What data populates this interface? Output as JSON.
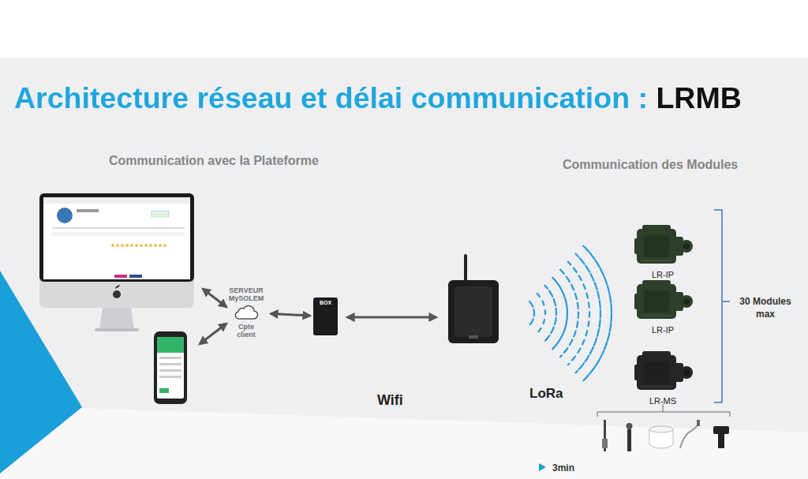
{
  "diagram": {
    "title": "Architecture réseau et délai communication : LRMB",
    "nodes": [
      {
        "text": [
          "SERVEUR MySOLEM",
          "Cpte client"
        ]
      },
      {
        "text": [
          "BOX"
        ]
      },
      {
        "text": [
          "LR-IP"
        ]
      },
      {
        "text": [
          "LR-IP"
        ]
      },
      {
        "text": [
          "LR-MS"
        ]
      }
    ],
    "edges": [
      {
        "from": 0,
        "to": 1,
        "arrow": "both"
      }
    ],
    "labels": [
      "Communication avec la Plateforme",
      "Communication des Modules",
      "Wifi",
      "LoRa",
      "30 Modules max",
      "3min"
    ]
  }
}
